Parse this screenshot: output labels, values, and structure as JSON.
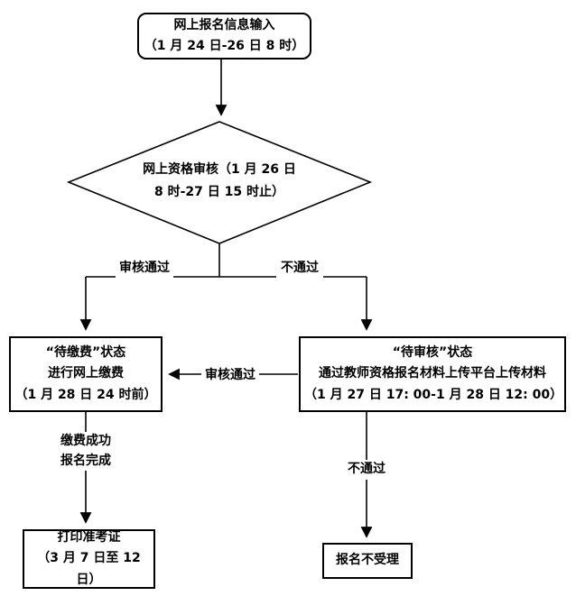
{
  "colors": {
    "line": "#000000",
    "background": "#ffffff",
    "text": "#000000"
  },
  "nodes": {
    "start": {
      "line1": "网上报名信息输入",
      "line2": "（1 月 24 日-26 日 8 时）"
    },
    "review": {
      "line1": "网上资格审核（1 月 26 日",
      "line2": "8 时-27 日 15 时止）"
    },
    "pay": {
      "line1": "“待缴费”状态",
      "line2": "进行网上缴费",
      "line3": "（1 月 28 日 24 时前）"
    },
    "upload": {
      "line1": "“待审核”状态",
      "line2": "通过教师资格报名材料上传平台上传材料",
      "line3": "（1 月 27 日 17: 00-1 月 28 日 12: 00）"
    },
    "print": {
      "line1": "打印准考证",
      "line2": "（3 月 7 日至 12 日）"
    },
    "reject": {
      "line1": "报名不受理"
    }
  },
  "labels": {
    "branch_pass": "审核通过",
    "branch_fail": "不通过",
    "mid_pass": "审核通过",
    "pay_done_line1": "缴费成功",
    "pay_done_line2": "报名完成",
    "bottom_fail": "不通过"
  }
}
